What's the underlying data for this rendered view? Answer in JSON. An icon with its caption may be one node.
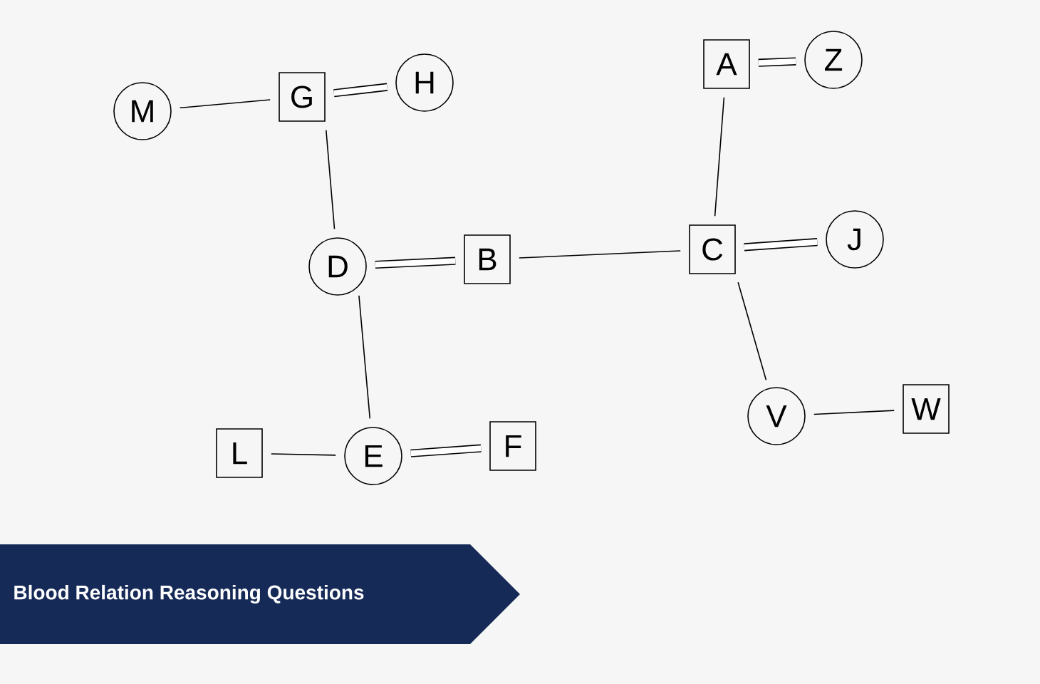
{
  "diagram": {
    "title": "Blood Relation Reasoning Questions",
    "nodes": [
      {
        "text": [
          "M"
        ]
      },
      {
        "text": [
          "G"
        ]
      },
      {
        "text": [
          "H"
        ]
      },
      {
        "text": [
          "A"
        ]
      },
      {
        "text": [
          "Z"
        ]
      },
      {
        "text": [
          "D"
        ]
      },
      {
        "text": [
          "B"
        ]
      },
      {
        "text": [
          "C"
        ]
      },
      {
        "text": [
          "J"
        ]
      },
      {
        "text": [
          "L"
        ]
      },
      {
        "text": [
          "E"
        ]
      },
      {
        "text": [
          "F"
        ]
      },
      {
        "text": [
          "V"
        ]
      },
      {
        "text": [
          "W"
        ]
      }
    ],
    "edges": [
      {
        "from": 0,
        "to": 1,
        "arrow": "none"
      },
      {
        "from": 1,
        "to": 2,
        "arrow": "none",
        "style": "thick"
      },
      {
        "from": 1,
        "to": 5,
        "arrow": "none"
      },
      {
        "from": 3,
        "to": 4,
        "arrow": "none",
        "style": "thick"
      },
      {
        "from": 3,
        "to": 7,
        "arrow": "none"
      },
      {
        "from": 5,
        "to": 6,
        "arrow": "none",
        "style": "thick"
      },
      {
        "from": 6,
        "to": 7,
        "arrow": "none"
      },
      {
        "from": 7,
        "to": 8,
        "arrow": "none",
        "style": "thick"
      },
      {
        "from": 5,
        "to": 10,
        "arrow": "none"
      },
      {
        "from": 7,
        "to": 12,
        "arrow": "none"
      },
      {
        "from": 9,
        "to": 10,
        "arrow": "none"
      },
      {
        "from": 10,
        "to": 11,
        "arrow": "none",
        "style": "thick"
      },
      {
        "from": 13,
        "to": 12,
        "arrow": "none"
      }
    ]
  }
}
